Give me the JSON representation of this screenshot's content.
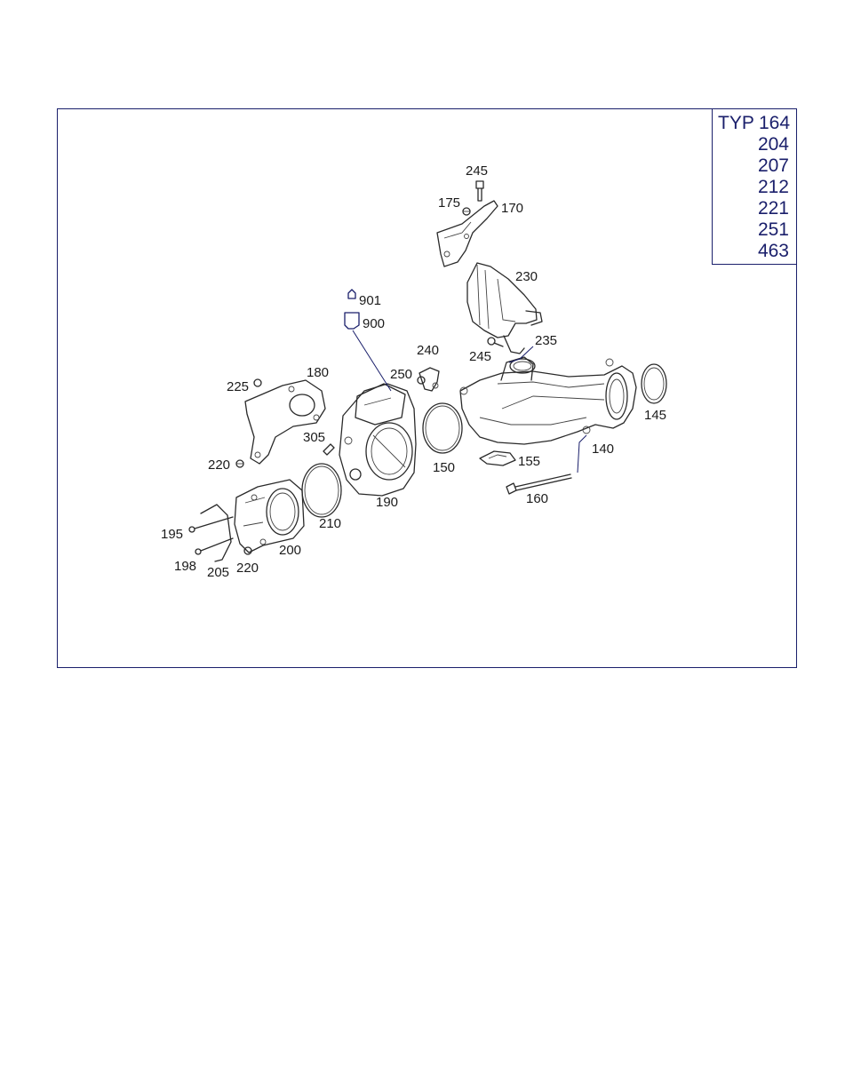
{
  "typ_table": {
    "label": "TYP",
    "values": [
      "164",
      "204",
      "207",
      "212",
      "221",
      "251",
      "463"
    ]
  },
  "callouts": {
    "c245_top": "245",
    "c175": "175",
    "c170": "170",
    "c230": "230",
    "c901": "901",
    "c900": "900",
    "c240": "240",
    "c235": "235",
    "c245_mid": "245",
    "c180": "180",
    "c250": "250",
    "c225": "225",
    "c145": "145",
    "c305": "305",
    "c150": "150",
    "c140": "140",
    "c220_left": "220",
    "c155": "155",
    "c190": "190",
    "c160": "160",
    "c210": "210",
    "c195": "195",
    "c200": "200",
    "c198": "198",
    "c205": "205",
    "c220_bottom": "220"
  }
}
